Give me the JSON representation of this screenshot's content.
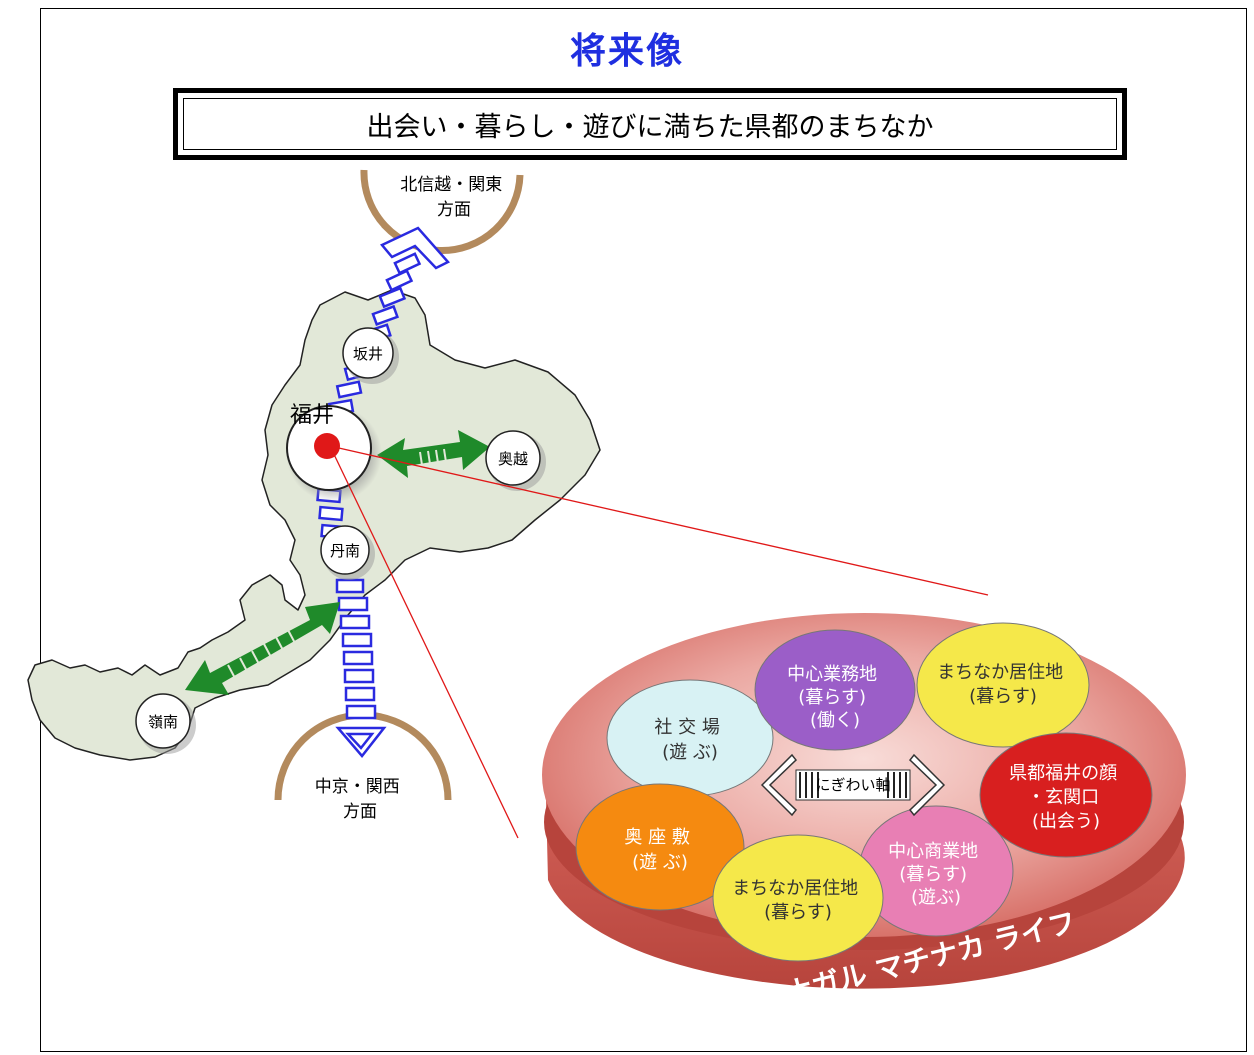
{
  "title": "将来像",
  "subtitle": "出会い・暮らし・遊びに満ちた県都のまちなか",
  "map": {
    "north_direction": [
      "北信越・関東",
      "方面"
    ],
    "south_direction": [
      "中京・関西",
      "方面"
    ],
    "city_fukui": "福井",
    "city_sakai": "坂井",
    "city_okuetsu": "奥越",
    "city_tannan": "丹南",
    "city_reinan": "嶺南"
  },
  "colors": {
    "title": "#1f2fe0",
    "map_land": "#e2e8d8",
    "direction_arc": "#b38a5d",
    "axis_arrow": "#2a2ae0",
    "green_arrow": "#1f8a2a",
    "disc_top": "#e8a8a4",
    "disc_side": "#c8564d"
  },
  "disc": {
    "band_label": "ツナガル マチナカ ライフ",
    "center_axis": "にぎわい軸",
    "areas": [
      {
        "id": "business",
        "lines": [
          "中心業務地",
          "(暮らす)",
          "(働く)"
        ],
        "color": "#9b5ec8"
      },
      {
        "id": "residential-ne",
        "lines": [
          "まちなか居住地",
          "(暮らす)"
        ],
        "color": "#f5e84a"
      },
      {
        "id": "social",
        "lines": [
          "社 交 場",
          "(遊 ぶ)"
        ],
        "color": "#d8f2f4"
      },
      {
        "id": "gateway",
        "lines": [
          "県都福井の顔",
          "・玄関口",
          "(出会う)"
        ],
        "color": "#d81f1f"
      },
      {
        "id": "okuzashiki",
        "lines": [
          "奥 座 敷",
          "(遊 ぶ)"
        ],
        "color": "#f58a10"
      },
      {
        "id": "commercial",
        "lines": [
          "中心商業地",
          "(暮らす)",
          "(遊ぶ)"
        ],
        "color": "#e87fb4"
      },
      {
        "id": "residential-s",
        "lines": [
          "まちなか居住地",
          "(暮らす)"
        ],
        "color": "#f5e84a"
      }
    ]
  }
}
